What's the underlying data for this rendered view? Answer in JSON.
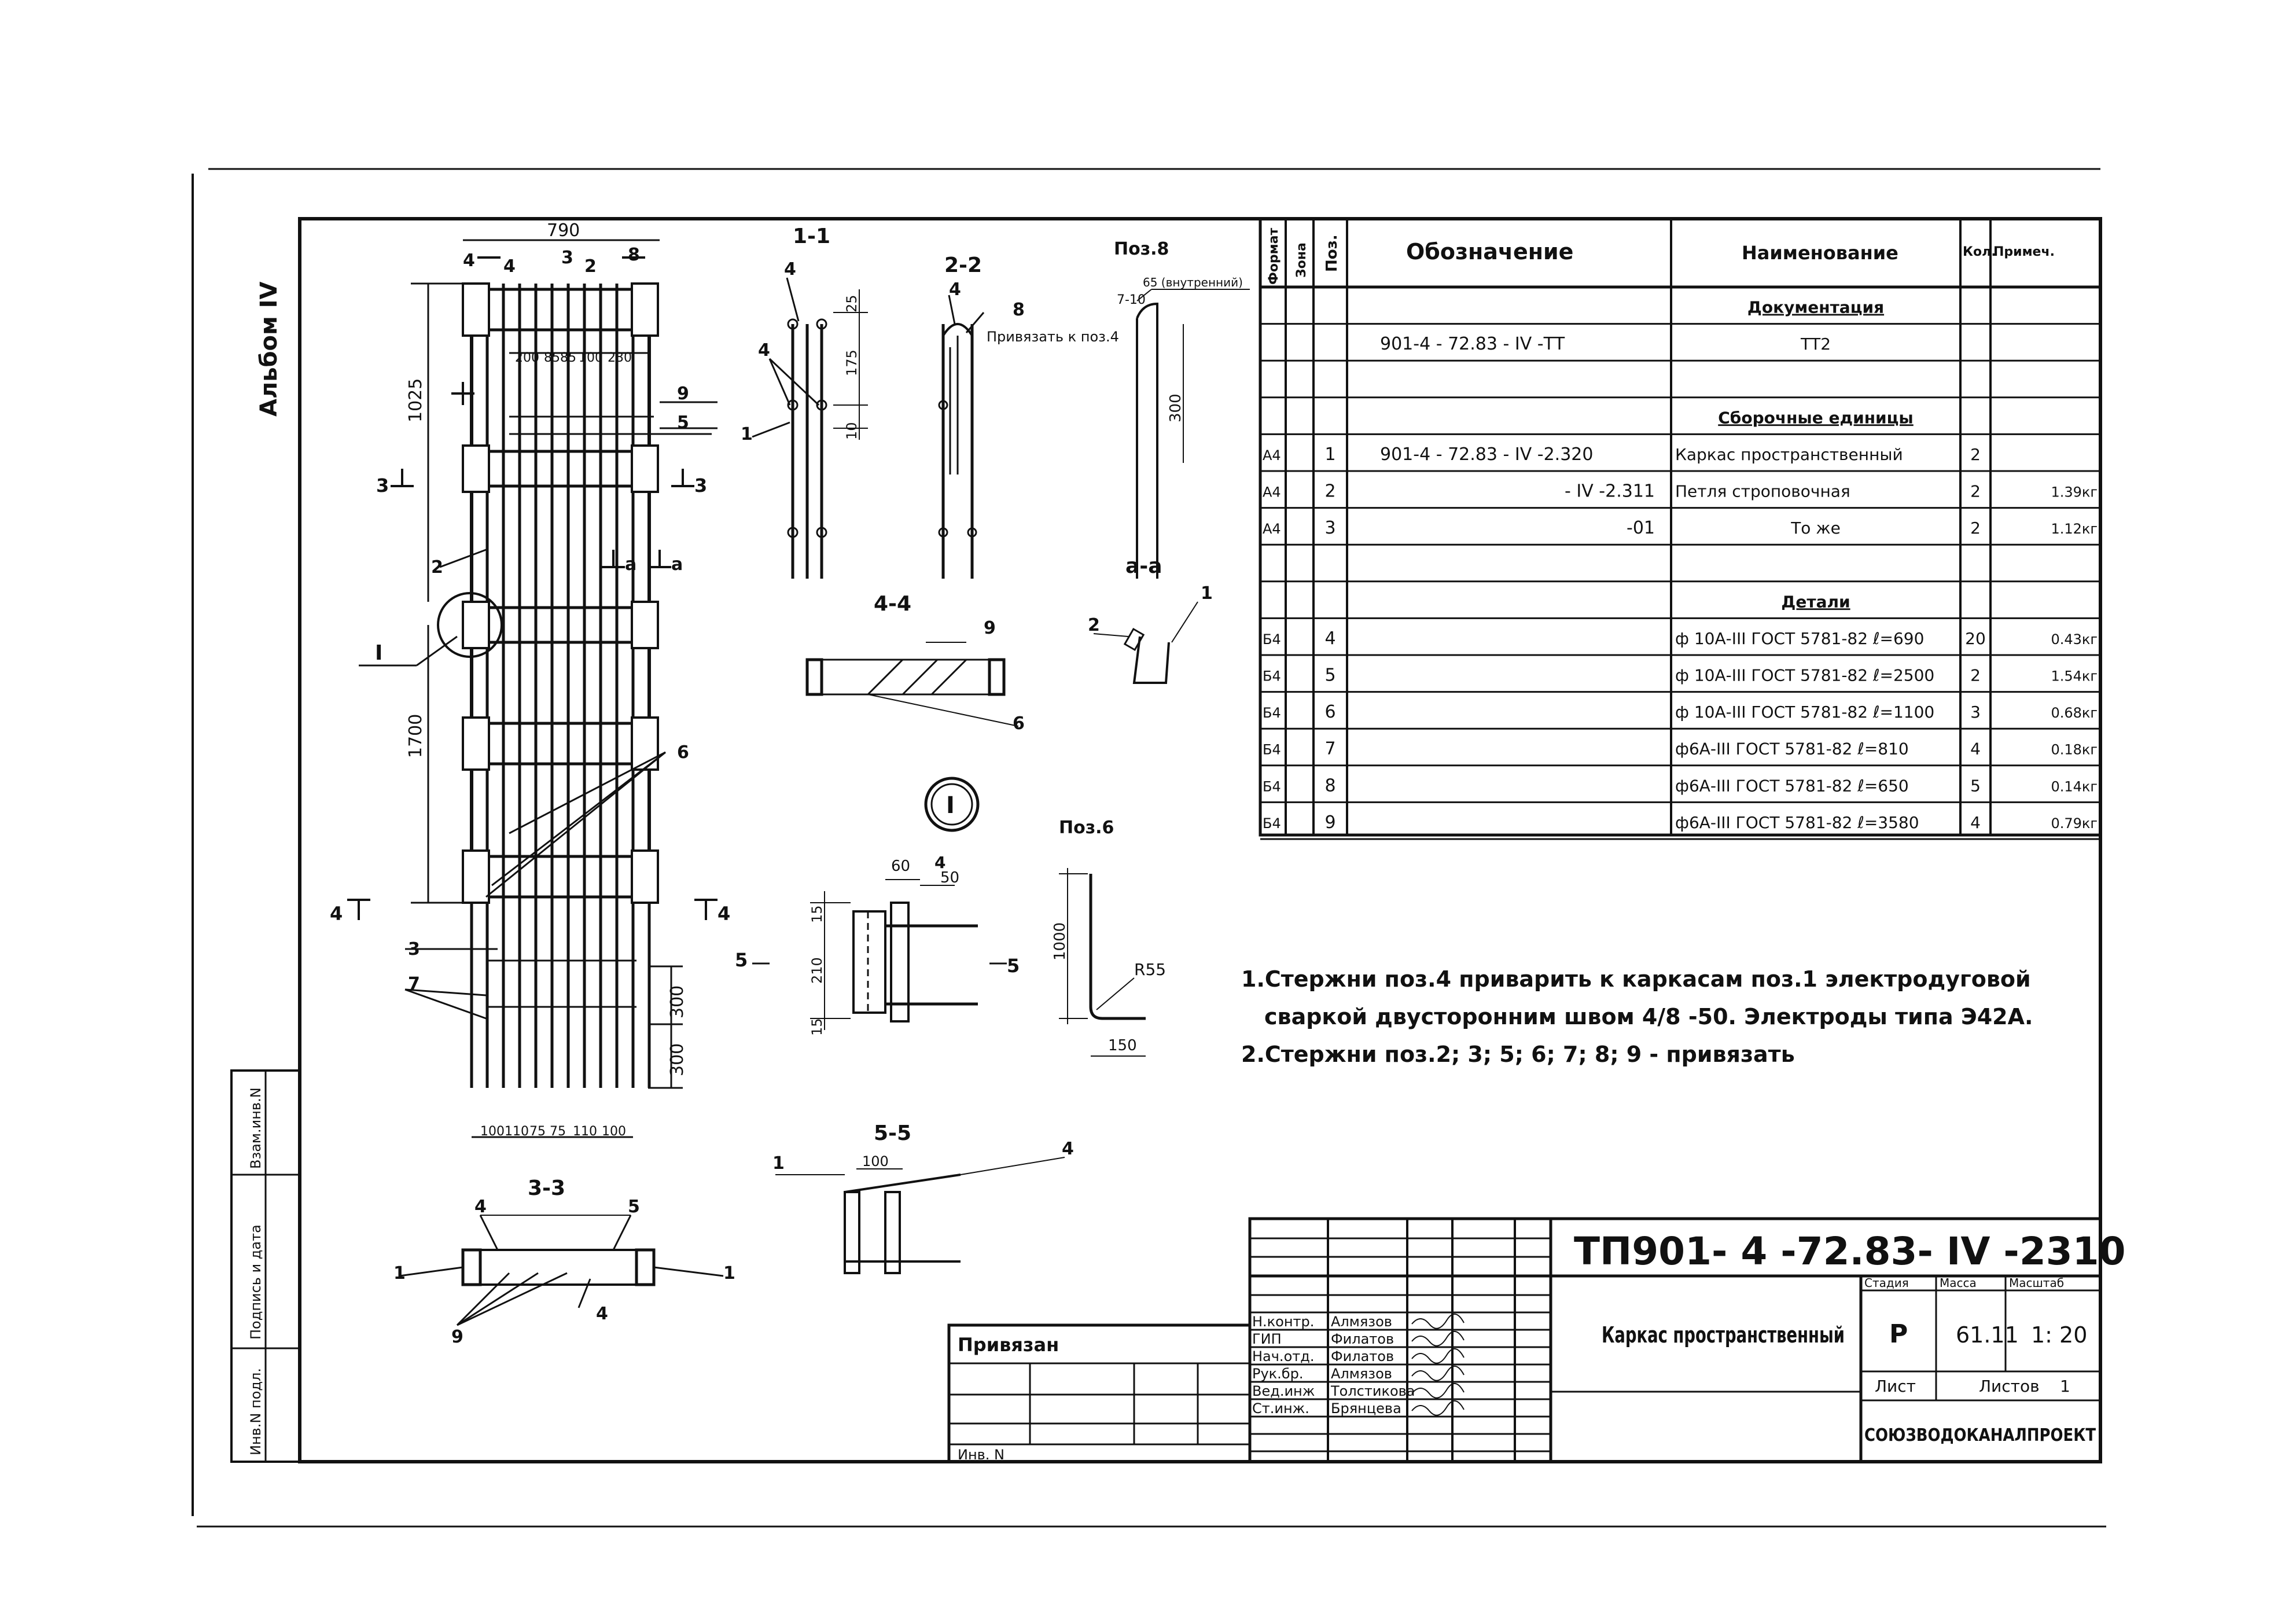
{
  "album": "Альбом IV",
  "sheet_code": "ТП901- 4 -72.83- IV -2310",
  "title": "Каркас пространственный",
  "organization": "СОЮЗВОДОКАНАЛПРОЕКТ",
  "stage": "Р",
  "mass": "61.11",
  "scale": "1: 20",
  "sheet_label": "Лист",
  "sheets_label": "Листов",
  "sheets_count": "1",
  "title_heads": {
    "stage": "Стадия",
    "mass": "Масса",
    "scale": "Масштаб"
  },
  "bound_label": "Привязан",
  "inv_label": "Инв. N",
  "side_stamp": [
    "Инв.N подл.",
    "Подпись и дата",
    "Взам.инв.N"
  ],
  "signatures": [
    {
      "role": "Н.контр.",
      "name": "Алмязов"
    },
    {
      "role": "ГИП",
      "name": "Филатов"
    },
    {
      "role": "Нач.отд.",
      "name": "Филатов"
    },
    {
      "role": "Рук.бр.",
      "name": "Алмязов"
    },
    {
      "role": "Вед.инж",
      "name": "Толстикова"
    },
    {
      "role": "Ст.инж.",
      "name": "Брянцева"
    }
  ],
  "spec": {
    "headers": {
      "format": "Формат",
      "zone": "Зона",
      "pos": "Поз.",
      "designation": "Обозначение",
      "name": "Наименование",
      "qty": "Кол.",
      "note": "Примеч."
    },
    "rows": [
      {
        "format": "",
        "pos": "",
        "designation": "",
        "name": "Документация",
        "qty": "",
        "note": "",
        "section": true
      },
      {
        "format": "",
        "pos": "",
        "designation": "901-4 - 72.83 - IV -ТТ",
        "name": "ТТ2",
        "qty": "",
        "note": ""
      },
      {
        "format": "",
        "pos": "",
        "designation": "",
        "name": "",
        "qty": "",
        "note": ""
      },
      {
        "format": "",
        "pos": "",
        "designation": "",
        "name": "Сборочные единицы",
        "qty": "",
        "note": "",
        "section": true
      },
      {
        "format": "А4",
        "pos": "1",
        "designation": "901-4 - 72.83 - IV -2.320",
        "name": "Каркас пространственный",
        "qty": "2",
        "note": ""
      },
      {
        "format": "А4",
        "pos": "2",
        "designation": "- IV -2.311",
        "name": "Петля строповочная",
        "qty": "2",
        "note": "1.39кг"
      },
      {
        "format": "А4",
        "pos": "3",
        "designation": "-01",
        "name": "То же",
        "qty": "2",
        "note": "1.12кг"
      },
      {
        "format": "",
        "pos": "",
        "designation": "",
        "name": "",
        "qty": "",
        "note": ""
      },
      {
        "format": "",
        "pos": "",
        "designation": "",
        "name": "Детали",
        "qty": "",
        "note": "",
        "section": true
      },
      {
        "format": "Б4",
        "pos": "4",
        "designation": "",
        "name": "ф 10А-III ГОСТ 5781-82 ℓ=690",
        "qty": "20",
        "note": "0.43кг"
      },
      {
        "format": "Б4",
        "pos": "5",
        "designation": "",
        "name": "ф 10А-III ГОСТ 5781-82 ℓ=2500",
        "qty": "2",
        "note": "1.54кг"
      },
      {
        "format": "Б4",
        "pos": "6",
        "designation": "",
        "name": "ф 10А-III ГОСТ 5781-82 ℓ=1100",
        "qty": "3",
        "note": "0.68кг"
      },
      {
        "format": "Б4",
        "pos": "7",
        "designation": "",
        "name": "ф6А-III ГОСТ 5781-82 ℓ=810",
        "qty": "4",
        "note": "0.18кг"
      },
      {
        "format": "Б4",
        "pos": "8",
        "designation": "",
        "name": "ф6А-III ГОСТ 5781-82 ℓ=650",
        "qty": "5",
        "note": "0.14кг"
      },
      {
        "format": "Б4",
        "pos": "9",
        "designation": "",
        "name": "ф6А-III ГОСТ 5781-82 ℓ=3580",
        "qty": "4",
        "note": "0.79кг"
      }
    ]
  },
  "notes": [
    "1.Стержни поз.4 приварить к каркасам поз.1 электродуговой",
    "сваркой двусторонним швом 4/8 -50. Электроды типа Э42А.",
    "2.Стержни поз.2; 3; 5; 6; 7; 8; 9 - привязать"
  ],
  "view_labels": {
    "s11": "1-1",
    "s22": "2-2",
    "s33": "3-3",
    "s44": "4-4",
    "s55": "5-5",
    "aa": "а-а",
    "pos8": "Поз.8",
    "pos6": "Поз.6",
    "node": "I",
    "bind_note": "Привязать к поз.4",
    "inner": "65 (внутренний)",
    "r55": "R55"
  },
  "dims": {
    "width": "790",
    "h1": "1025",
    "h2": "1700",
    "h3": "300",
    "h4": "300",
    "top_spacing": [
      "200",
      "85",
      "85",
      "100",
      "230"
    ],
    "bottom_spacing": [
      "100",
      "110",
      "75",
      "75",
      "110",
      "100"
    ],
    "s11": [
      "25",
      "175",
      "10"
    ],
    "pos8": [
      "7-10",
      "300"
    ],
    "s5": [
      "60",
      "50",
      "15",
      "210",
      "15"
    ],
    "pos6": [
      "1000",
      "150"
    ],
    "s55": "100"
  }
}
